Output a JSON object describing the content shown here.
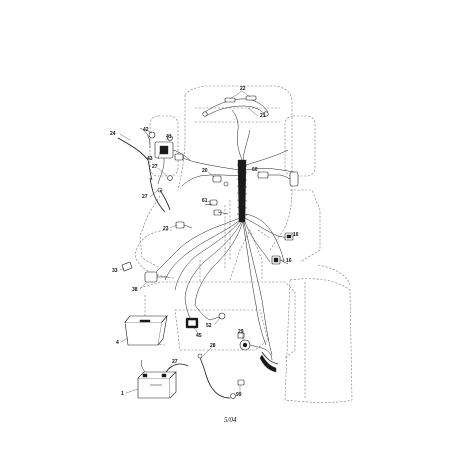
{
  "diagram": {
    "date_label": "5/04",
    "callouts": [
      {
        "id": "c-22",
        "text": "22"
      },
      {
        "id": "c-21",
        "text": "21"
      },
      {
        "id": "c-24",
        "text": "24"
      },
      {
        "id": "c-42",
        "text": "42"
      },
      {
        "id": "c-41",
        "text": "41"
      },
      {
        "id": "c-43",
        "text": "43"
      },
      {
        "id": "c-27a",
        "text": "27"
      },
      {
        "id": "c-20",
        "text": "20"
      },
      {
        "id": "c-60",
        "text": "60"
      },
      {
        "id": "c-61",
        "text": "61"
      },
      {
        "id": "c-27b",
        "text": "27"
      },
      {
        "id": "c-23",
        "text": "23"
      },
      {
        "id": "c-16a",
        "text": "16"
      },
      {
        "id": "c-16b",
        "text": "16"
      },
      {
        "id": "c-33",
        "text": "33"
      },
      {
        "id": "c-38",
        "text": "38"
      },
      {
        "id": "c-45",
        "text": "45"
      },
      {
        "id": "c-52",
        "text": "52"
      },
      {
        "id": "c-29",
        "text": "29"
      },
      {
        "id": "c-4",
        "text": "4"
      },
      {
        "id": "c-28",
        "text": "28"
      },
      {
        "id": "c-27c",
        "text": "27"
      },
      {
        "id": "c-1",
        "text": "1"
      },
      {
        "id": "c-99",
        "text": "99"
      }
    ]
  }
}
